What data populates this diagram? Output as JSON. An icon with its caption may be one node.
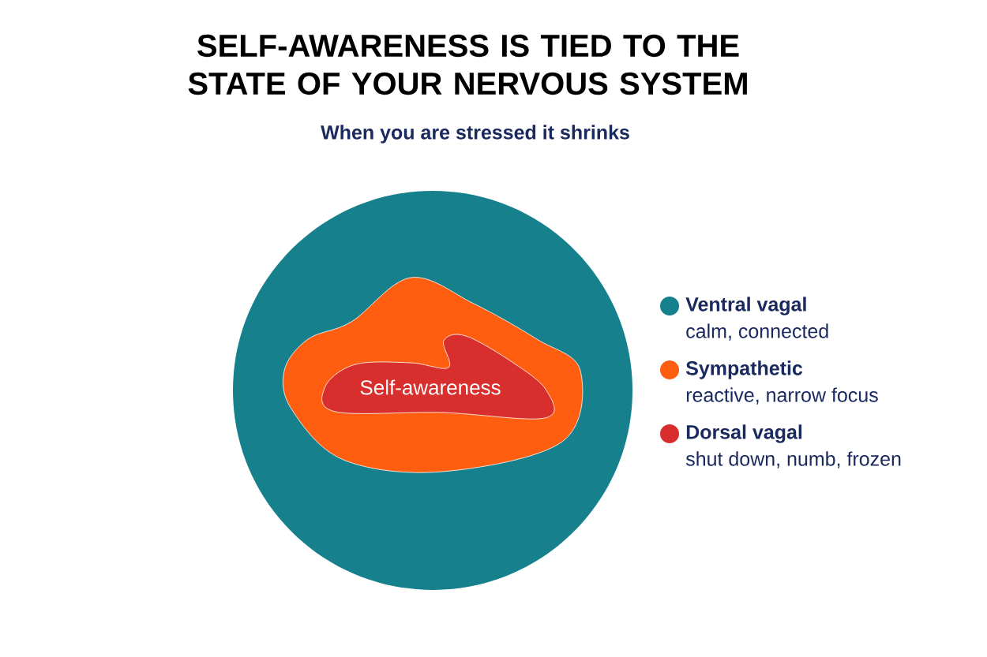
{
  "diagram": {
    "title": "SELF-AWARENESS IS TIED TO THE STATE OF YOUR NERVOUS SYSTEM",
    "nodes": [
      {
        "text": [],
        "shape": "circle"
      },
      {
        "text": [],
        "shape": "blob",
        "in": 0
      },
      {
        "text": [
          "Self-awareness"
        ],
        "in": 1
      }
    ],
    "labels": [
      "When you are stressed it shrinks",
      "calm, connected",
      "reactive, narrow focus",
      "shut down, numb, frozen"
    ],
    "legend": [
      {
        "text": "Ventral vagal",
        "color": "#16808c"
      },
      {
        "text": "Sympathetic",
        "color": "#ff5e10"
      },
      {
        "text": "Dorsal vagal",
        "color": "#d92e2e"
      }
    ]
  }
}
